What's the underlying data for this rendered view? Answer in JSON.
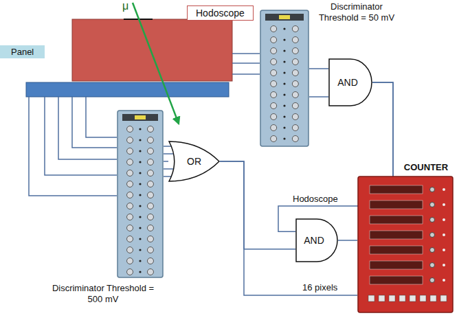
{
  "diagram": {
    "nodes": [
      {
        "text": [
          "Hodoscope"
        ]
      },
      {
        "text": [
          "Panel"
        ]
      },
      {
        "text": [
          "Discriminator Threshold = 50 mV"
        ]
      },
      {
        "text": [
          "AND"
        ]
      },
      {
        "text": [
          "Discriminator Threshold = 500 mV"
        ]
      },
      {
        "text": [
          "OR"
        ]
      },
      {
        "text": [
          "AND"
        ]
      },
      {
        "text": [
          "COUNTER"
        ]
      }
    ],
    "edges": [
      {
        "from": 2,
        "to": 3,
        "arrow": "none"
      },
      {
        "from": 3,
        "to": 6,
        "arrow": "none"
      },
      {
        "from": 3,
        "to": 7,
        "label": "Hodoscope",
        "arrow": "none"
      },
      {
        "from": 4,
        "to": 5,
        "arrow": "none"
      },
      {
        "from": 5,
        "to": 6,
        "arrow": "none"
      },
      {
        "from": 5,
        "to": 7,
        "label": "16 pixels",
        "arrow": "none"
      },
      {
        "from": 6,
        "to": 7,
        "arrow": "none"
      }
    ],
    "labels": [
      "μ"
    ]
  }
}
